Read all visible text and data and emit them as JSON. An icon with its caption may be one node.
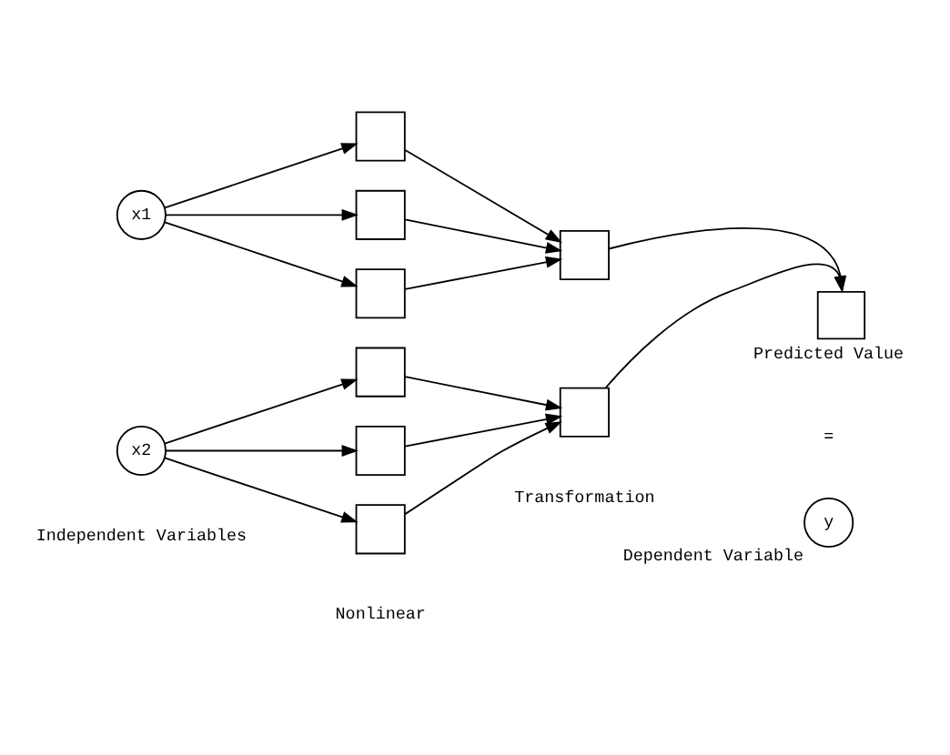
{
  "diagram": {
    "nodes": [
      {
        "text": [
          "x1"
        ]
      },
      {
        "text": [],
        "shape": "box"
      },
      {
        "text": [],
        "shape": "box"
      },
      {
        "text": [],
        "shape": "box"
      },
      {
        "text": [],
        "shape": "box"
      },
      {
        "text": [
          "x2"
        ]
      },
      {
        "text": [],
        "shape": "box"
      },
      {
        "text": [],
        "shape": "box"
      },
      {
        "text": [],
        "shape": "box"
      },
      {
        "text": [],
        "shape": "box"
      },
      {
        "text": [],
        "shape": "box",
        "beside": [
          "Predicted Value"
        ]
      },
      {
        "text": [
          "y"
        ],
        "beside": [
          "Dependent Variable"
        ]
      }
    ],
    "edges": [
      {
        "from": 0,
        "to": 1,
        "arrow": "to"
      },
      {
        "from": 0,
        "to": 2,
        "arrow": "to"
      },
      {
        "from": 0,
        "to": 3,
        "arrow": "to"
      },
      {
        "from": 1,
        "to": 4,
        "arrow": "to"
      },
      {
        "from": 2,
        "to": 4,
        "arrow": "to"
      },
      {
        "from": 3,
        "to": 4,
        "arrow": "to"
      },
      {
        "from": 5,
        "to": 6,
        "arrow": "to"
      },
      {
        "from": 5,
        "to": 7,
        "arrow": "to"
      },
      {
        "from": 5,
        "to": 8,
        "arrow": "to"
      },
      {
        "from": 6,
        "to": 9,
        "arrow": "to"
      },
      {
        "from": 7,
        "to": 9,
        "arrow": "to"
      },
      {
        "from": 8,
        "to": 9,
        "arrow": "to"
      },
      {
        "from": 4,
        "to": 10,
        "arrow": "to"
      },
      {
        "from": 9,
        "to": 10,
        "arrow": "to"
      }
    ],
    "labels": [
      "=",
      "Independent Variables",
      "Transformation",
      "Nonlinear"
    ]
  }
}
